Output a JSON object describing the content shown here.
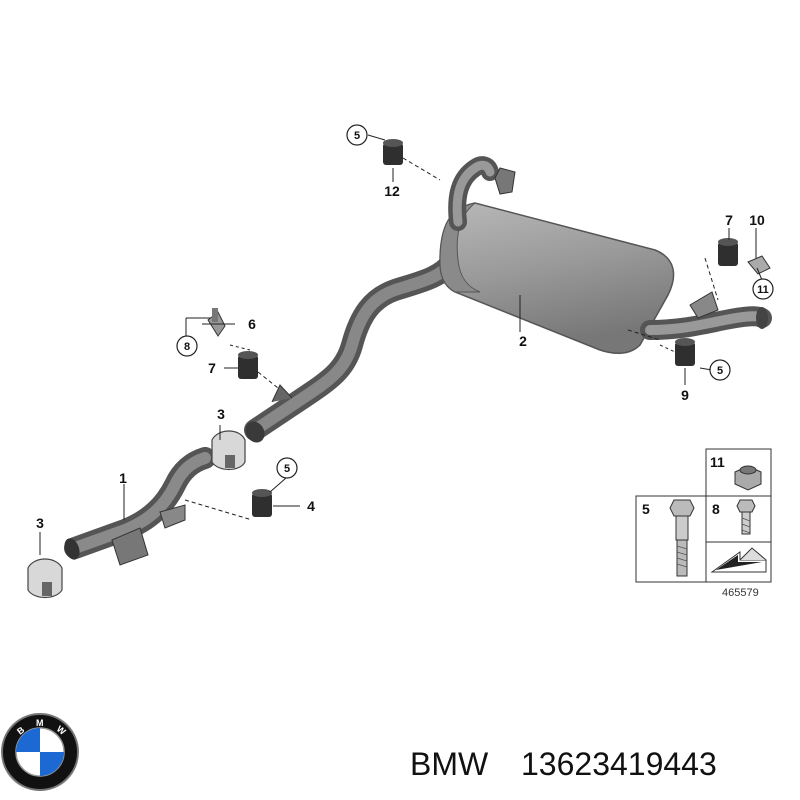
{
  "diagram_labels": {
    "l5a": "5",
    "l12": "12",
    "l7a": "7",
    "l10": "10",
    "l11": "11",
    "l6": "6",
    "l8": "8",
    "l7b": "7",
    "l2": "2",
    "l5b": "5",
    "l9": "9",
    "l3a": "3",
    "l5c": "5",
    "l1": "1",
    "l4": "4",
    "l3b": "3"
  },
  "legend": {
    "n11": "11",
    "n5": "5",
    "n8": "8",
    "ref_number": "465579"
  },
  "logo": {
    "letters": [
      "B",
      "M",
      "W"
    ],
    "colors": {
      "ring": "#111111",
      "blue": "#1c69d4",
      "white": "#ffffff"
    }
  },
  "caption": {
    "brand": "BMW",
    "part_number": "13623419443"
  }
}
